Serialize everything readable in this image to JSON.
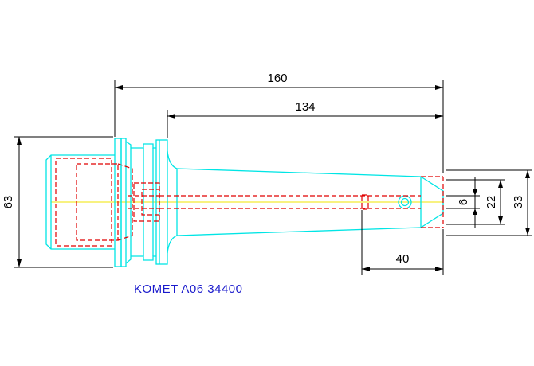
{
  "dimensions": {
    "overall_length": "160",
    "shank_length": "134",
    "flange_diameter": "63",
    "tip_length": "40",
    "bore_diameter": "6",
    "pilot_diameter": "22",
    "tip_diameter": "33"
  },
  "caption": "KOMET A06 34400",
  "colors": {
    "outline": "#00e5e5",
    "hidden": "#e00000",
    "centerline": "#f2e600",
    "dimension": "#000000",
    "caption": "#1a1acc"
  }
}
